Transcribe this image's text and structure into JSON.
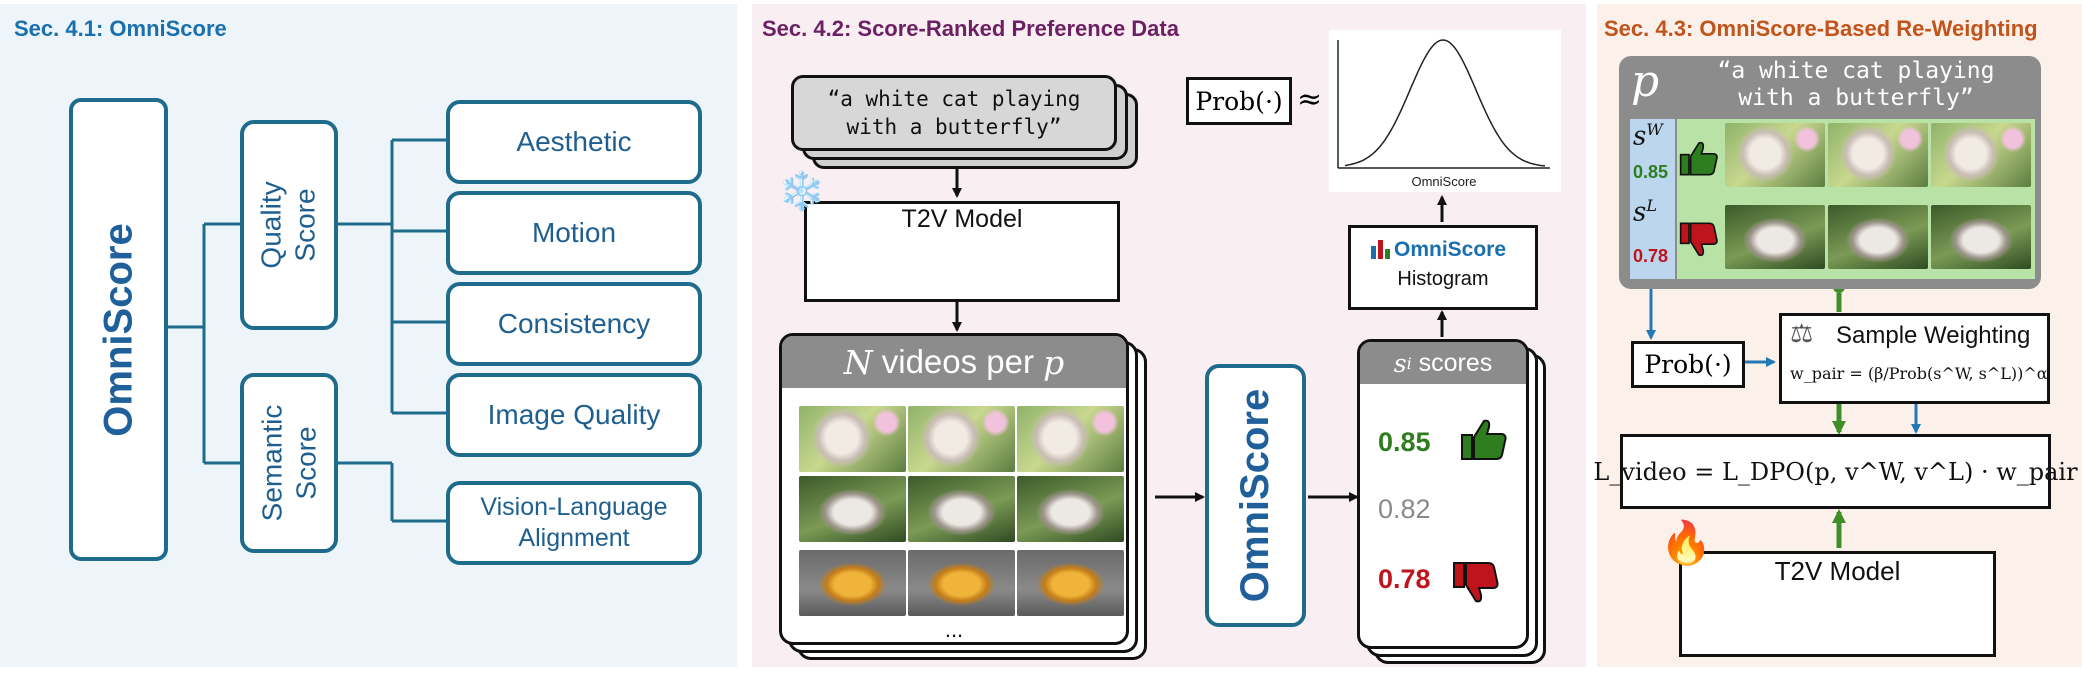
{
  "sec41": {
    "title": "Sec. 4.1: OmniScore",
    "root": "OmniScore",
    "quality": "Quality\nScore",
    "semantic": "Semantic\nScore",
    "leaves": [
      "Aesthetic",
      "Motion",
      "Consistency",
      "Image Quality",
      "Vision-Language\nAlignment"
    ]
  },
  "sec42": {
    "title": "Sec. 4.2: Score-Ranked Preference Data",
    "prompt": "“a white cat playing\nwith a butterfly”",
    "snowflake": "❄️",
    "t2v_label": "T2V Model",
    "videos_header_n": "N",
    "videos_header_mid": " videos per ",
    "videos_header_p": "p",
    "ellipsis": "...",
    "scorer_label": "OmniScore",
    "scores_header_s": "s",
    "scores_header_sub": "i",
    "scores_header_rest": " scores",
    "scores": [
      "0.85",
      "0.82",
      "0.78"
    ],
    "prob_label": "Prob(·)",
    "approx": "≈",
    "hist_xlabel": "OmniScore",
    "hist_logo": "OmniScore",
    "hist_label": "Histogram"
  },
  "sec43": {
    "title": "Sec. 4.3: OmniScore-Based Re-Weighting",
    "p_symbol": "p",
    "prompt": "“a white cat playing\nwith a butterfly”",
    "sw_base": "s",
    "sw_sup": "W",
    "sw_value": "0.85",
    "sl_base": "s",
    "sl_sup": "L",
    "sl_value": "0.78",
    "prob_label": "Prob(·)",
    "scale_icon": "⚖",
    "weighting_label": "Sample Weighting",
    "weighting_formula": "w_pair = (β/Prob(s^W, s^L))^α",
    "loss_formula": "L_video = L_DPO(p, v^W, v^L) · w_pair",
    "fire": "🔥",
    "t2v_label": "T2V Model"
  },
  "colors": {
    "sec41": "#1a6fae",
    "sec42": "#6d1f63",
    "sec43": "#c2531a",
    "tree_line": "#1e6b8c",
    "good": "#2e7d1f",
    "bad": "#c0141c",
    "neutral": "#8a8a8a",
    "trapezoid_fill": "#fbe3d6",
    "trapezoid_stroke": "#f2bc1a",
    "arrow_green": "#3f8e2a",
    "arrow_blue": "#2279b5"
  },
  "icons": [
    "snowflake-icon",
    "thumbs-up-icon",
    "thumbs-down-icon",
    "fire-icon",
    "scale-icon",
    "bar-chart-icon"
  ]
}
